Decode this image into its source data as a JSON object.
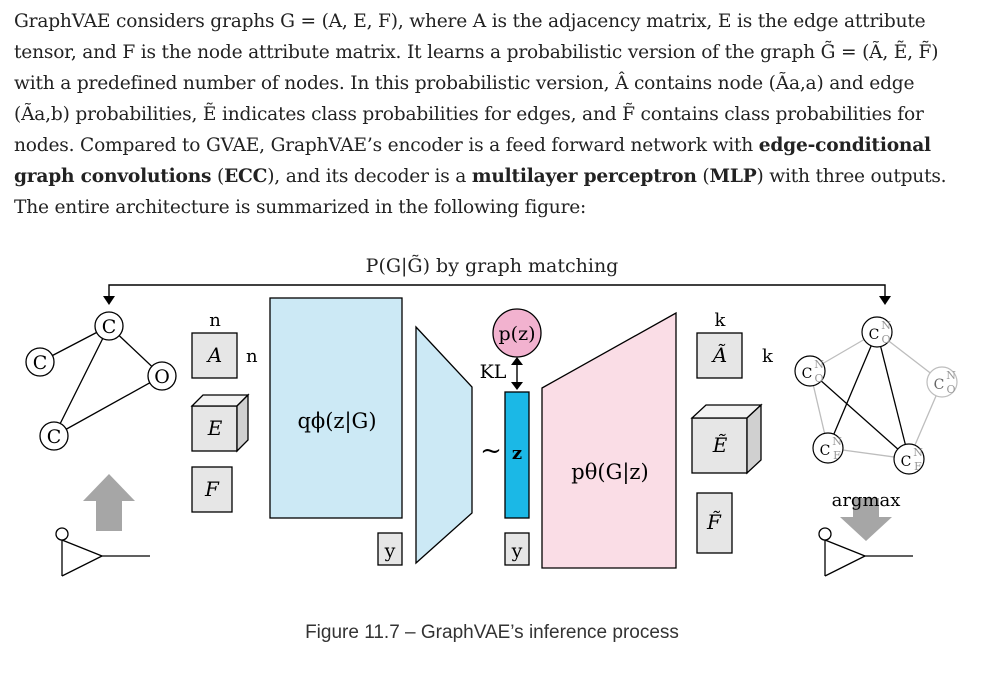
{
  "paragraph": [
    [
      {
        "t": "GraphVAE considers graphs "
      },
      {
        "t": "G = (A, E, F)"
      },
      {
        "t": ", where "
      },
      {
        "t": "A"
      },
      {
        "t": " is the adjacency matrix, "
      },
      {
        "t": "E"
      },
      {
        "t": " is the edge attribute"
      }
    ],
    [
      {
        "t": "tensor, and "
      },
      {
        "t": "F"
      },
      {
        "t": " is the node attribute matrix. It learns a probabilistic version of the graph "
      },
      {
        "t": "G̃ = (Ã, Ẽ, F̃)"
      }
    ],
    [
      {
        "t": "with a predefined number of nodes. In this probabilistic version, "
      },
      {
        "t": "Â"
      },
      {
        "t": " contains node ("
      },
      {
        "t": "Ã"
      },
      {
        "t": "a,a"
      },
      {
        "t": ") and edge"
      }
    ],
    [
      {
        "t": "("
      },
      {
        "t": "Ã"
      },
      {
        "t": "a,b"
      },
      {
        "t": ") probabilities, "
      },
      {
        "t": "Ẽ"
      },
      {
        "t": " indicates class probabilities for edges, and "
      },
      {
        "t": "F̃"
      },
      {
        "t": " contains class probabilities for"
      }
    ],
    [
      {
        "t": "nodes. Compared to GVAE, GraphVAE’s encoder is a feed forward network with "
      },
      {
        "t": "edge-conditional",
        "b": true
      }
    ],
    [
      {
        "t": "graph convolutions",
        "b": true
      },
      {
        "t": " ("
      },
      {
        "t": "ECC",
        "b": true
      },
      {
        "t": "), and its decoder is a "
      },
      {
        "t": "multilayer perceptron",
        "b": true
      },
      {
        "t": " ("
      },
      {
        "t": "MLP",
        "b": true
      },
      {
        "t": ") with three outputs."
      }
    ],
    [
      {
        "t": "The entire architecture is summarized in the following figure:"
      }
    ]
  ],
  "figure": {
    "top_label": "P(G|G̃)  by graph matching",
    "input_graph_nodes": [
      "C",
      "C",
      "O",
      "C"
    ],
    "output_graph_nodes": [
      "C",
      "C",
      "C",
      "C",
      "C"
    ],
    "output_graph_superscripts": [
      "N",
      "N",
      "N",
      "N",
      "N"
    ],
    "output_graph_subscripts": [
      "O",
      "O",
      "O",
      "F",
      "F"
    ],
    "dim_n_top": "n",
    "dim_n_side": "n",
    "dim_k_top": "k",
    "dim_k_side": "k",
    "matrix_A": "A",
    "matrix_E": "E",
    "matrix_F": "F",
    "matrix_A_tilde": "Ã",
    "matrix_E_tilde": "Ẽ",
    "matrix_F_tilde": "F̃",
    "encoder_label": "qϕ(z|G)",
    "decoder_label": "pθ(G|z)",
    "prior_label": "p(z)",
    "kl_label": "KL",
    "latent_label": "z",
    "sample_symbol": "~",
    "y_label": "y",
    "argmax_label": "argmax",
    "colors": {
      "encoder": "#cce9f5",
      "decoder": "#fadde6",
      "latent": "#1bb8e6",
      "prior": "#f2b2cf",
      "matrix": "#e6e6e6",
      "arrow": "#a6a6a6"
    }
  },
  "caption": "Figure 11.7 – GraphVAE’s inference process"
}
